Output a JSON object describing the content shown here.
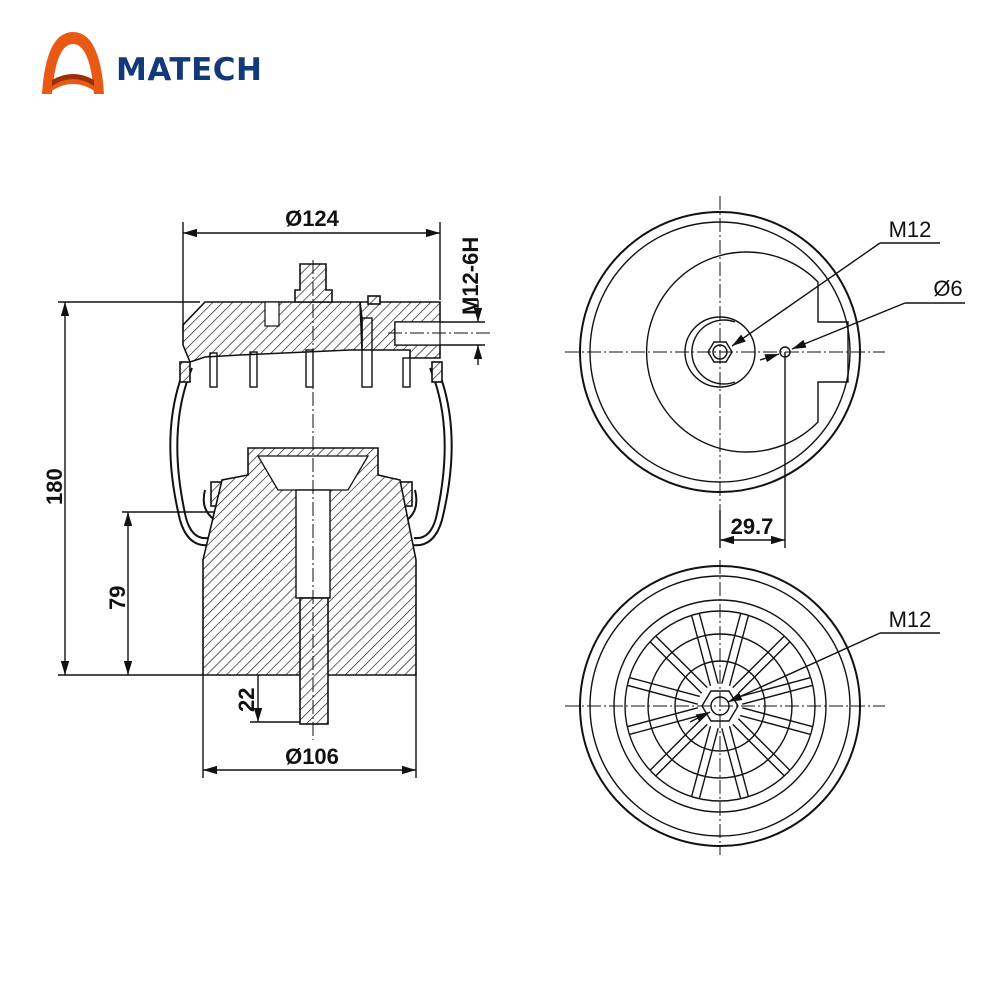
{
  "logo": {
    "text": "MATECH",
    "colors": {
      "arch": "#e85a14",
      "text": "#123a78"
    }
  },
  "side_view": {
    "dim_top_diameter": "Ø124",
    "dim_port_thread": "M12-6H",
    "dim_total_height": "180",
    "dim_piston_height": "79",
    "dim_stud_length": "22",
    "dim_piston_diameter": "Ø106"
  },
  "top_view": {
    "thread_label": "M12",
    "hole_label": "Ø6",
    "offset_dim": "29.7"
  },
  "bottom_view": {
    "thread_label": "M12"
  }
}
